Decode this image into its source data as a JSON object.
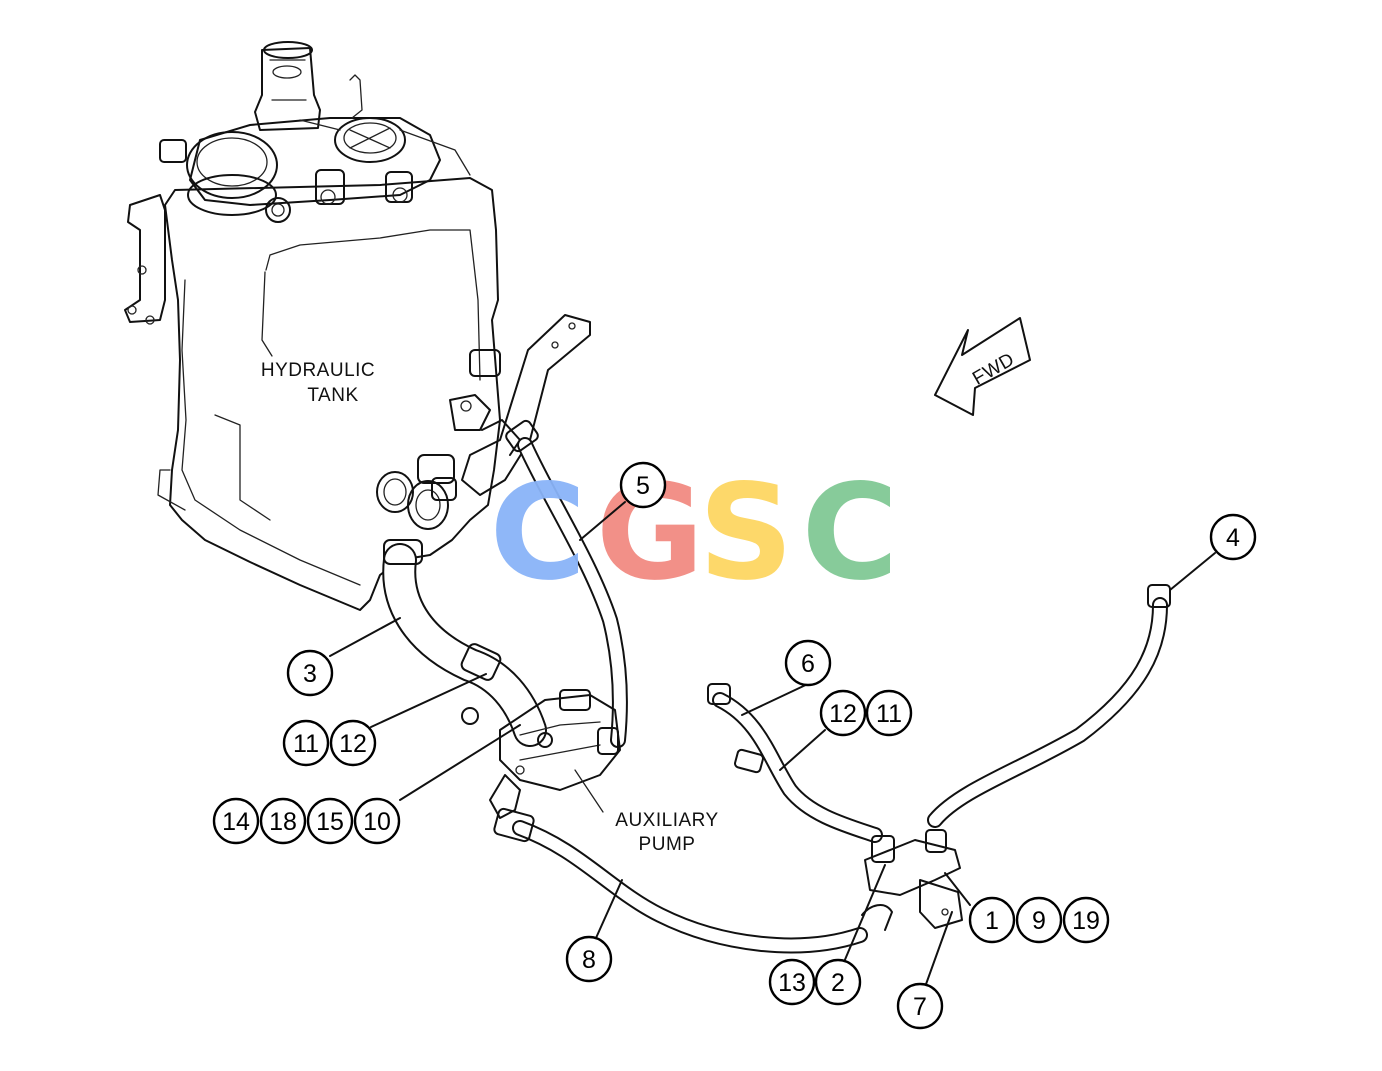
{
  "labels": {
    "tank_line1": "HYDRAULIC",
    "tank_line2": "TANK",
    "pump_line1": "AUXILIARY",
    "pump_line2": "PUMP",
    "fwd": "FWD"
  },
  "watermark": {
    "letters": [
      "C",
      "G",
      "S",
      "C"
    ],
    "colors": [
      "#8ab4f8",
      "#f28b82",
      "#fdd663",
      "#81c995"
    ]
  },
  "callouts": {
    "c1": "1",
    "c2": "2",
    "c3": "3",
    "c4": "4",
    "c5": "5",
    "c6": "6",
    "c7": "7",
    "c8": "8",
    "c9": "9",
    "c10": "10",
    "c11a": "11",
    "c11b": "11",
    "c12a": "12",
    "c12b": "12",
    "c13": "13",
    "c14": "14",
    "c15": "15",
    "c18": "18",
    "c19": "19"
  }
}
